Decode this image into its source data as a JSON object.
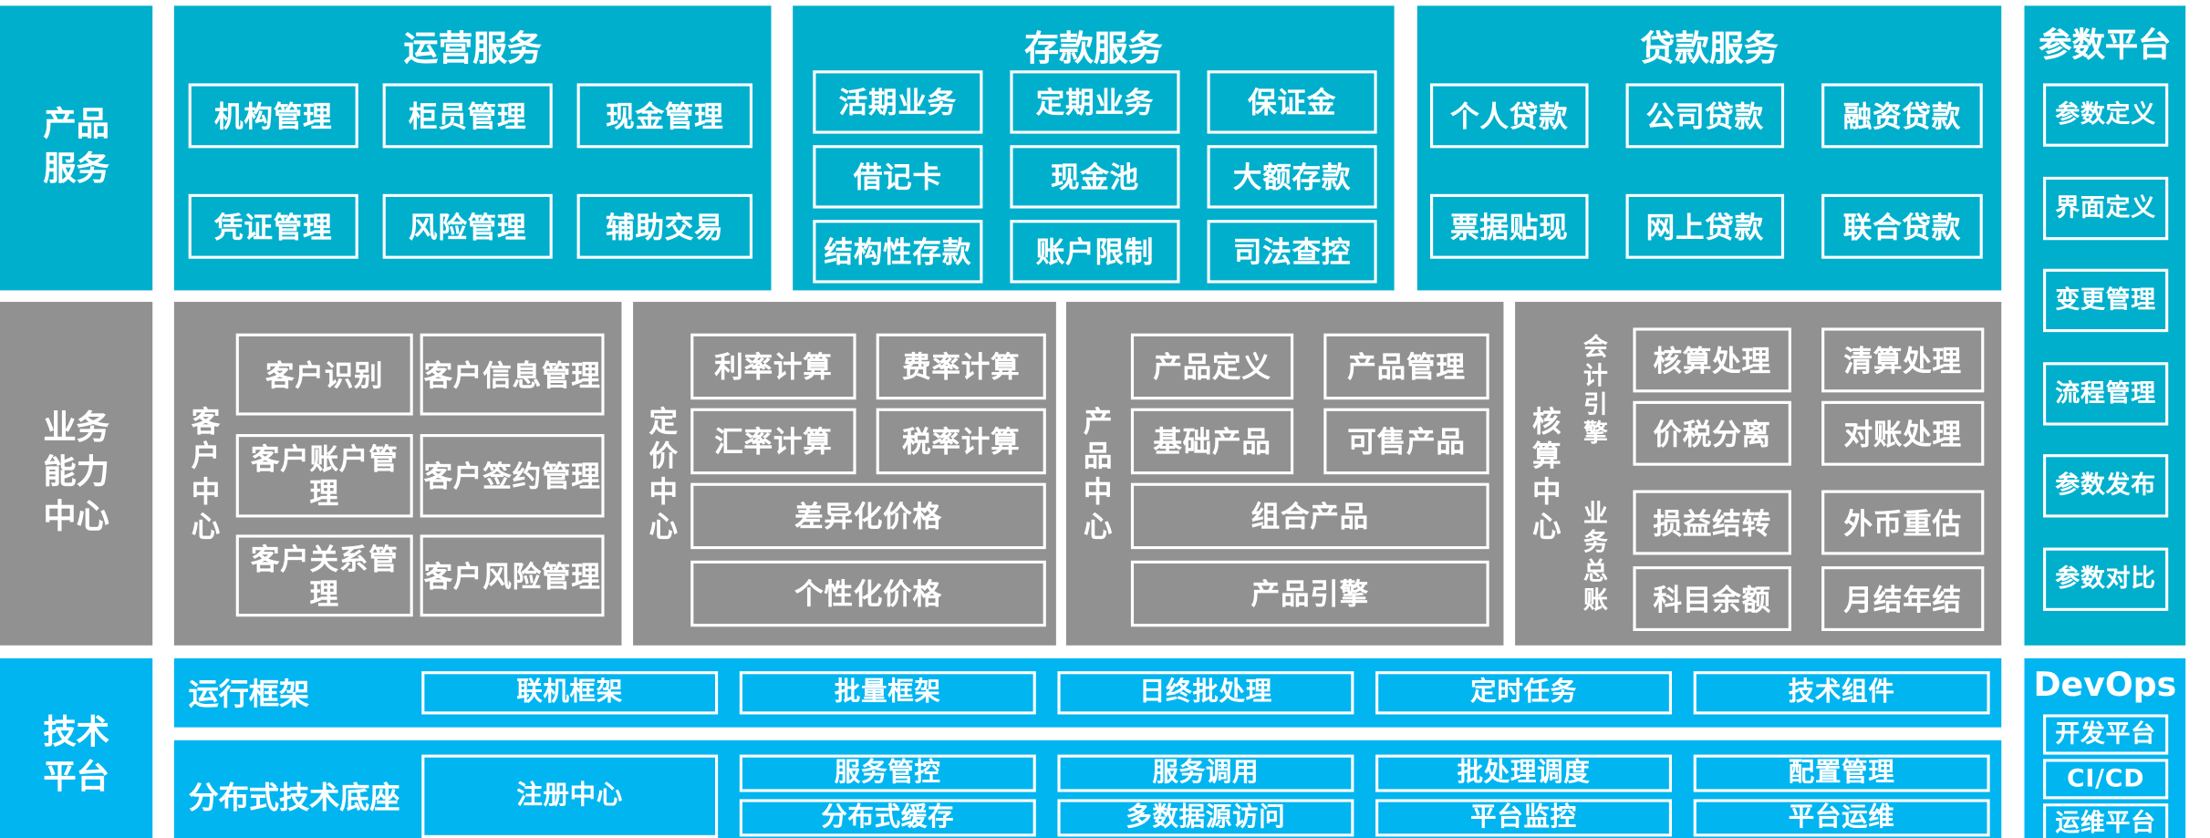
{
  "colors": {
    "product_cyan": "#00AFCC",
    "tech_cyan": "#00B5F0",
    "capability_grey": "#919191",
    "border": "#FFFFFF",
    "background": "#FFFFFF"
  },
  "rows": {
    "product": {
      "side_label": "产品\n服务",
      "side_label_lines": [
        "产品",
        "服务"
      ],
      "groups": [
        {
          "title": "运营服务",
          "tiles": [
            "机构管理",
            "柜员管理",
            "现金管理",
            "凭证管理",
            "风险管理",
            "辅助交易"
          ]
        },
        {
          "title": "存款服务",
          "tiles": [
            "活期业务",
            "定期业务",
            "保证金",
            "借记卡",
            "现金池",
            "大额存款",
            "结构性存款",
            "账户限制",
            "司法查控"
          ]
        },
        {
          "title": "贷款服务",
          "tiles": [
            "个人贷款",
            "公司贷款",
            "融资贷款",
            "票据贴现",
            "网上贷款",
            "联合贷款"
          ]
        }
      ]
    },
    "capability": {
      "side_label_lines": [
        "业务",
        "能力",
        "中心"
      ],
      "groups": [
        {
          "vertical_label": "客户中心",
          "vertical_chars": [
            "客",
            "户",
            "中",
            "心"
          ],
          "tiles": [
            "客户识别",
            "客户信息管理",
            "客户账户管理",
            "客户签约管理",
            "客户关系管理",
            "客户风险管理"
          ]
        },
        {
          "vertical_label": "定价中心",
          "vertical_chars": [
            "定",
            "价",
            "中",
            "心"
          ],
          "tiles": [
            "利率计算",
            "费率计算",
            "汇率计算",
            "税率计算",
            "差异化价格",
            "个性化价格"
          ]
        },
        {
          "vertical_label": "产品中心",
          "vertical_chars": [
            "产",
            "品",
            "中",
            "心"
          ],
          "tiles": [
            "产品定义",
            "产品管理",
            "基础产品",
            "可售产品",
            "组合产品",
            "产品引擎"
          ]
        },
        {
          "vertical_label": "核算中心",
          "vertical_chars": [
            "核",
            "算",
            "中",
            "心"
          ],
          "sub_labels": [
            {
              "label": "会计引擎",
              "chars": [
                "会",
                "计",
                "引",
                "擎"
              ]
            },
            {
              "label": "业务总账",
              "chars": [
                "业",
                "务",
                "总",
                "账"
              ]
            }
          ],
          "tiles_engine": [
            "核算处理",
            "清算处理",
            "价税分离",
            "对账处理"
          ],
          "tiles_ledger": [
            "损益结转",
            "外币重估",
            "科目余额",
            "月结年结"
          ]
        }
      ]
    },
    "technology": {
      "side_label_lines": [
        "技术",
        "平台"
      ],
      "bands": [
        {
          "label": "运行框架",
          "tiles": [
            "联机框架",
            "批量框架",
            "日终批处理",
            "定时任务",
            "技术组件"
          ]
        },
        {
          "label": "分布式技术底座",
          "wide_tile": "注册中心",
          "tiles_top": [
            "服务管控",
            "服务调用",
            "批处理调度",
            "配置管理"
          ],
          "tiles_bottom": [
            "分布式缓存",
            "多数据源访问",
            "平台监控",
            "平台运维"
          ]
        }
      ]
    }
  },
  "right_rail": {
    "parameter_platform": {
      "title": "参数平台",
      "items": [
        "参数定义",
        "界面定义",
        "变更管理",
        "流程管理",
        "参数发布",
        "参数对比"
      ]
    },
    "devops": {
      "title": "DevOps",
      "items": [
        "开发平台",
        "CI/CD",
        "运维平台"
      ]
    }
  }
}
